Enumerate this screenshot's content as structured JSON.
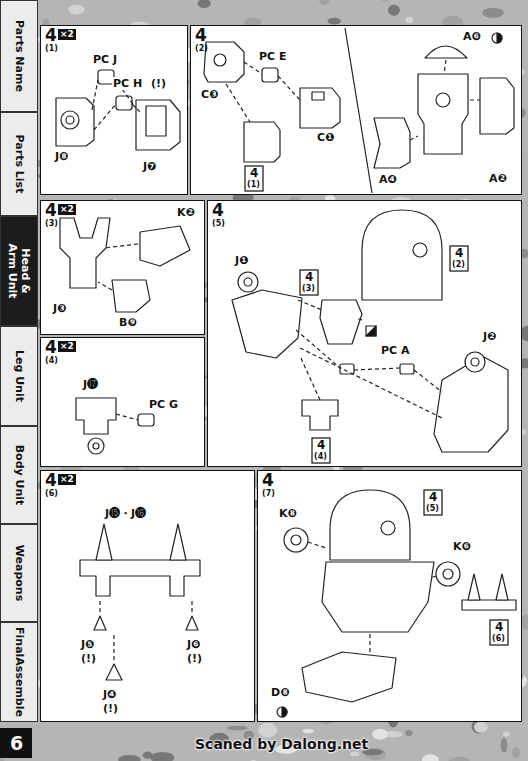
{
  "diagram": {
    "nodes": [
      {
        "text": [
          "Parts Name"
        ]
      },
      {
        "text": [
          "Parts List"
        ]
      },
      {
        "text": [
          "Head & Arm Unit"
        ]
      },
      {
        "text": [
          "Leg Unit"
        ]
      },
      {
        "text": [
          "Body Unit"
        ]
      },
      {
        "text": [
          "Weapons"
        ]
      },
      {
        "text": [
          "FinalAssemble"
        ]
      },
      {
        "text": [
          "4",
          "(1)",
          "×2"
        ]
      },
      {
        "text": [
          "4",
          "(2)"
        ]
      },
      {
        "text": [
          "4",
          "(3)",
          "×2"
        ]
      },
      {
        "text": [
          "4",
          "(5)"
        ]
      },
      {
        "text": [
          "4",
          "(4)",
          "×2"
        ]
      },
      {
        "text": [
          "4",
          "(6)",
          "×2"
        ]
      },
      {
        "text": [
          "4",
          "(7)"
        ]
      }
    ],
    "labels": [
      "PC J",
      "PC H",
      "(!)",
      "J❽",
      "J❼",
      "PC E",
      "C❶",
      "A❻",
      "C❸",
      "4",
      "(1)",
      "A❷",
      "A❹",
      "K❷",
      "J❸",
      "B❾",
      "J⓱",
      "PC G",
      "J❶",
      "4",
      "(2)",
      "4",
      "(3)",
      "PC A",
      "J❷",
      "4",
      "(4)",
      "J⓯・J⓰",
      "J❺",
      "(!)",
      "J❻",
      "(!)",
      "J❹",
      "(!)",
      "K❽",
      "4",
      "(5)",
      "K❻",
      "4",
      "(6)",
      "D❽",
      "6",
      "Scaned by Dalong.net"
    ]
  }
}
